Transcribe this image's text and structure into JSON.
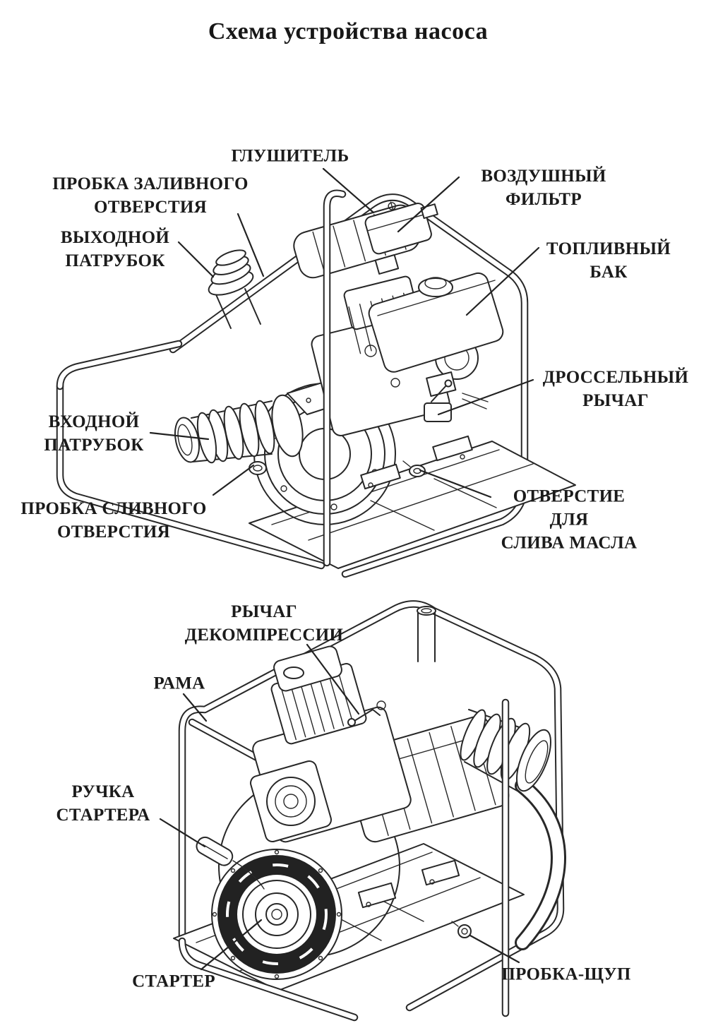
{
  "page": {
    "title": "Схема устройства насоса",
    "ink_color": "#272727",
    "background": "#ffffff"
  },
  "top_diagram": {
    "description": "изометрический вид насоса спереди",
    "labels": {
      "muffler": "ГЛУШИТЕЛЬ",
      "filler_plug": "ПРОБКА ЗАЛИВНОГО\nОТВЕРСТИЯ",
      "outlet_pipe": "ВЫХОДНОЙ\nПАТРУБОК",
      "air_filter": "ВОЗДУШНЫЙ\nФИЛЬТР",
      "fuel_tank": "ТОПЛИВНЫЙ\nБАК",
      "throttle_lever": "ДРОССЕЛЬНЫЙ\nРЫЧАГ",
      "inlet_pipe": "ВХОДНОЙ\nПАТРУБОК",
      "drain_plug": "ПРОБКА СЛИВНОГО\nОТВЕРСТИЯ",
      "oil_drain_hole": "ОТВЕРСТИЕ ДЛЯ\nСЛИВА МАСЛА"
    }
  },
  "bottom_diagram": {
    "description": "изометрический вид насоса сзади",
    "labels": {
      "decompression_lever": "РЫЧАГ\nДЕКОМПРЕССИИ",
      "frame": "РАМА",
      "starter_handle": "РУЧКА\nСТАРТЕРА",
      "starter": "СТАРТЕР",
      "dipstick_plug": "ПРОБКА-ЩУП"
    }
  }
}
